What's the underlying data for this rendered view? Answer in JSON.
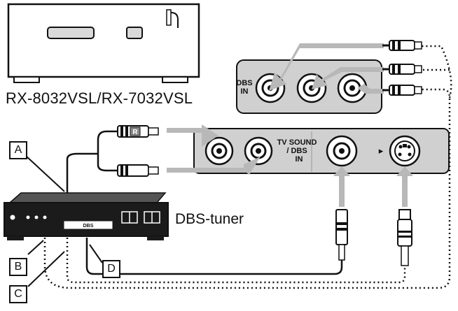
{
  "receiver": {
    "model_label": "RX-8032VSL/RX-7032VSL"
  },
  "tuner": {
    "label": "DBS-tuner",
    "display_text": "DBS"
  },
  "panel_top": {
    "jack_label_line1": "DBS",
    "jack_label_line2": "IN"
  },
  "panel_main": {
    "jack_label_line1": "TV SOUND",
    "jack_label_line2": "/ DBS",
    "jack_label_line3": "IN",
    "arrow_glyph": "▸"
  },
  "plug_letter": "R",
  "callouts": {
    "a": "A",
    "b": "B",
    "c": "C",
    "d": "D"
  },
  "colors": {
    "panel": "#d0d0d0",
    "arrow": "#b8b8b8",
    "ink": "#111111",
    "tuner_body": "#1b1b1b"
  }
}
